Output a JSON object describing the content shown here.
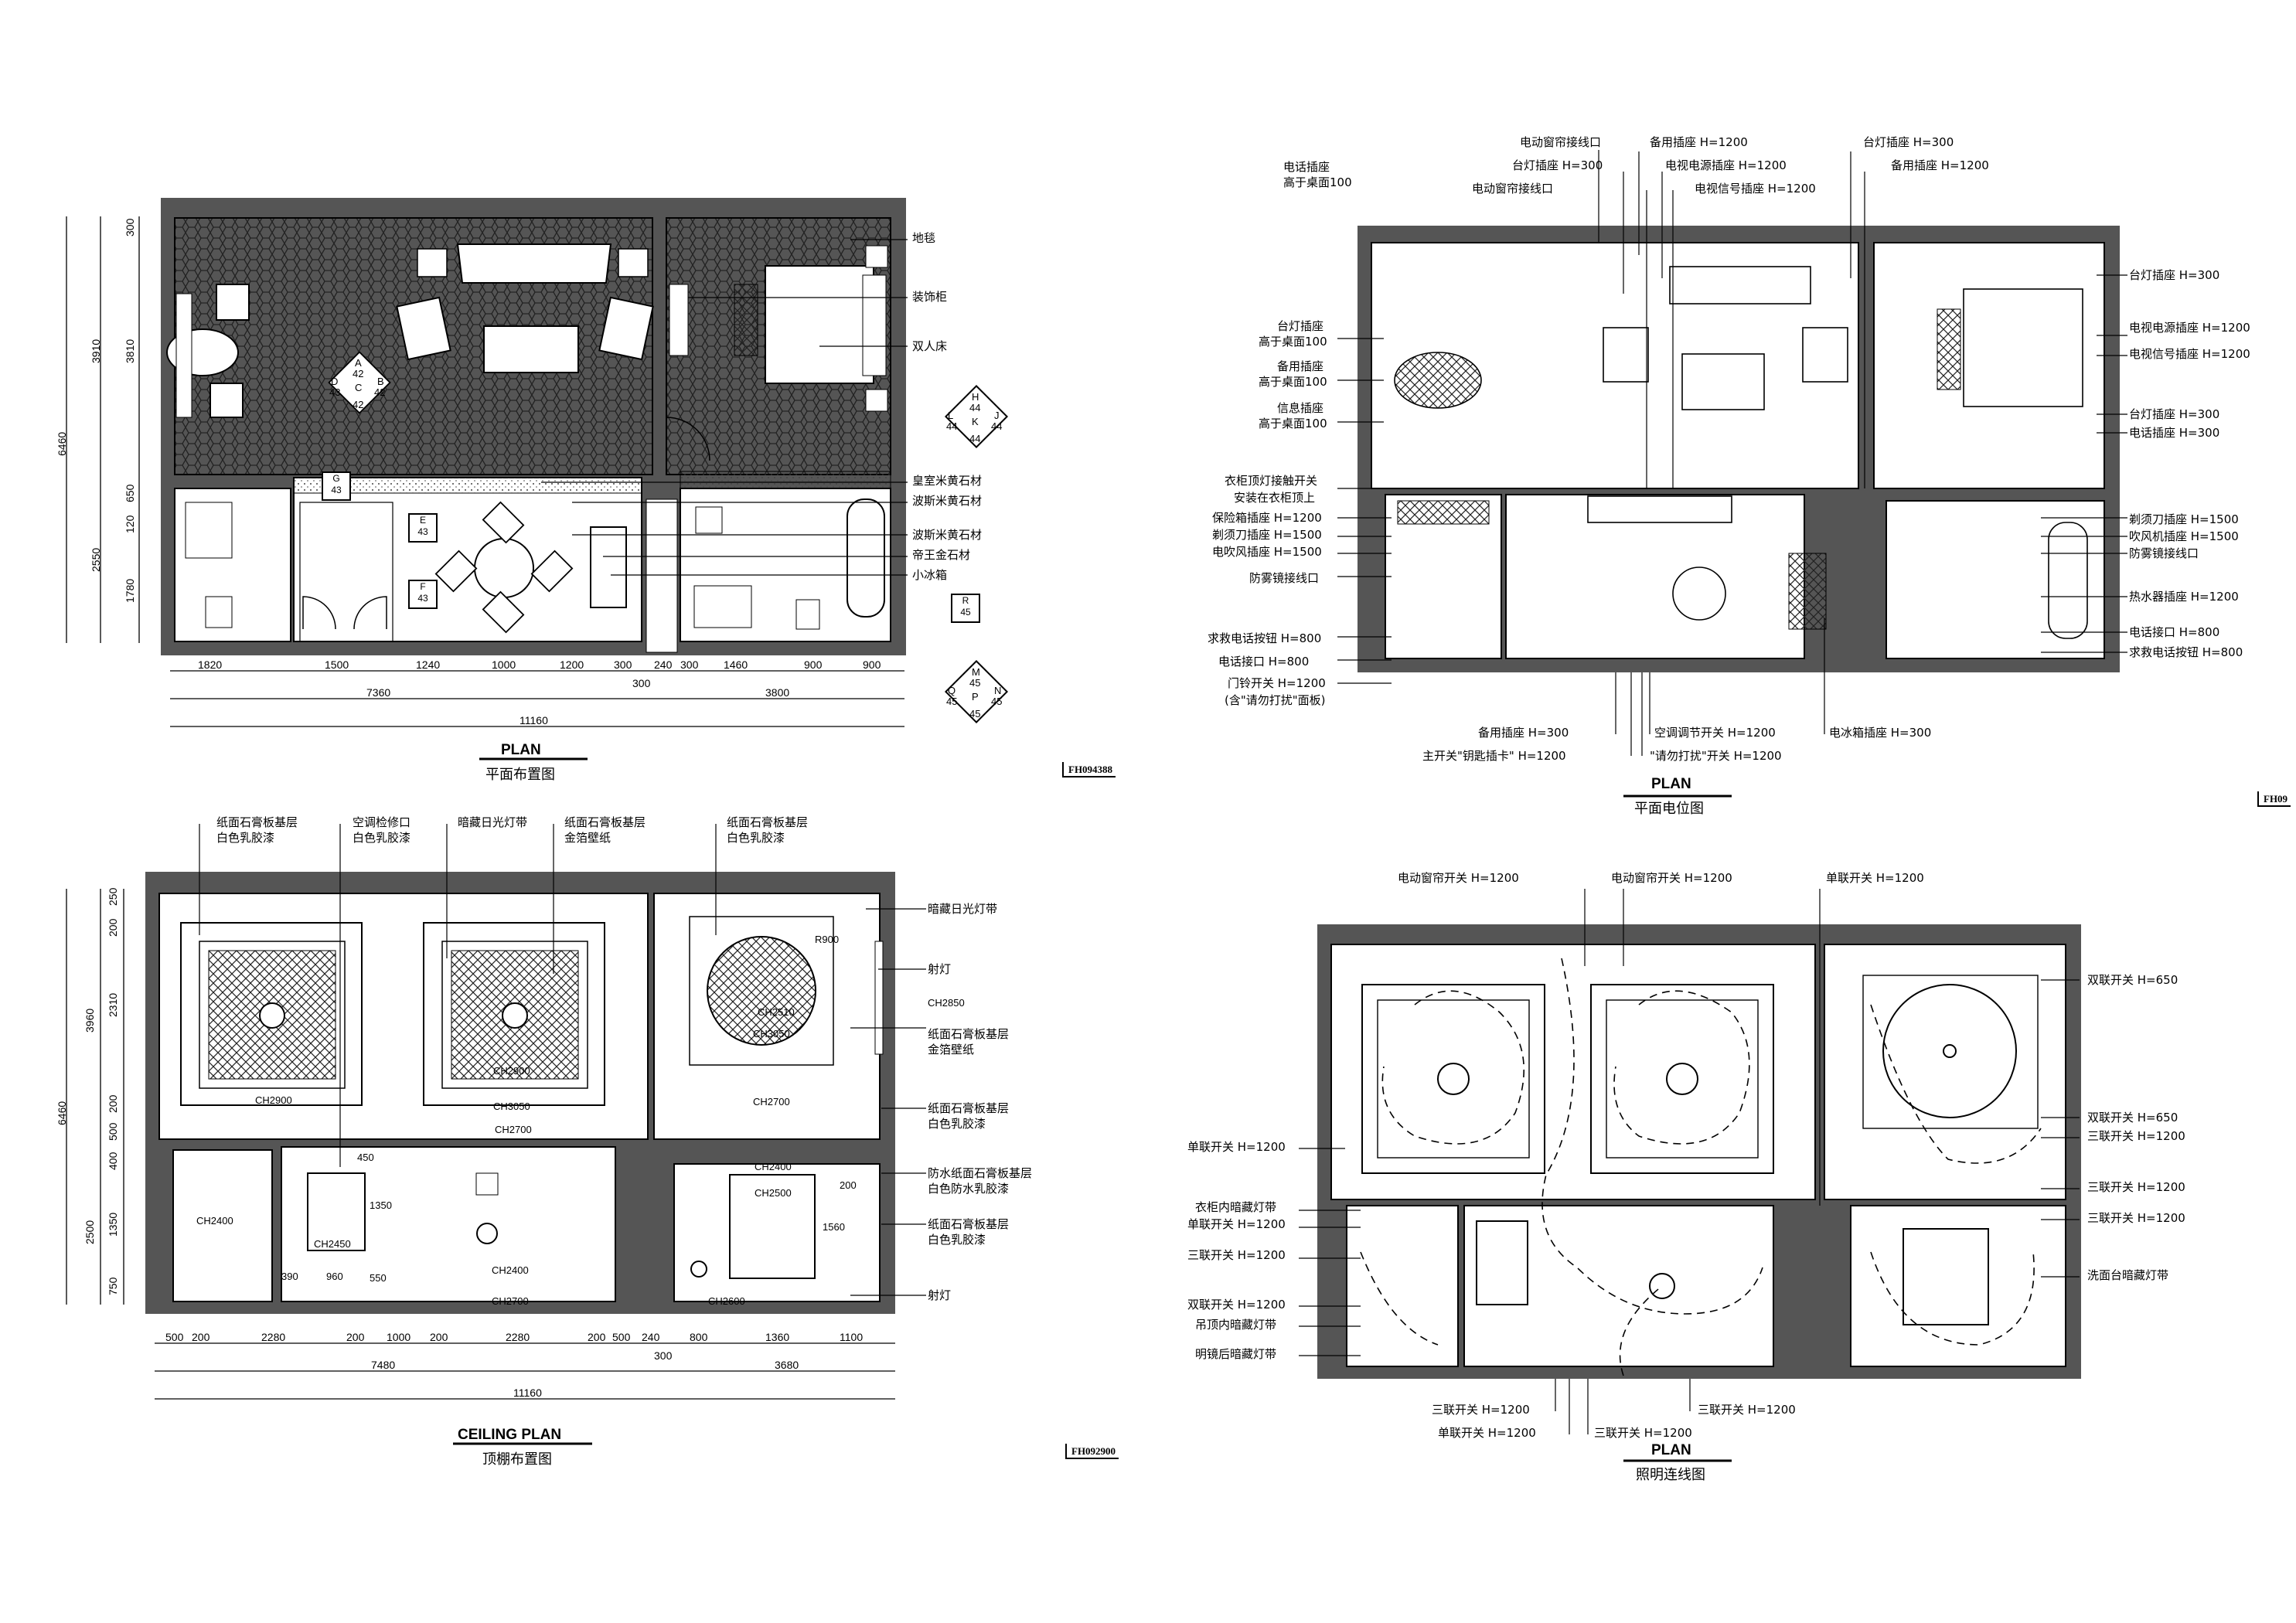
{
  "plan1": {
    "title_en": "PLAN",
    "title_cn": "平面布置图",
    "code": "FH094388",
    "dims_bottom_row1": [
      "1820",
      "1500",
      "1240",
      "1000",
      "1200",
      "300",
      "240",
      "300",
      "1460",
      "900",
      "900"
    ],
    "dims_bottom_row1_b": "300",
    "dims_bottom_row2": [
      "7360",
      "3800"
    ],
    "dims_bottom_row3": "11160",
    "dims_left": [
      "300",
      "3910",
      "3810",
      "650",
      "120",
      "2550",
      "1780",
      "6460"
    ],
    "callouts": [
      "地毯",
      "装饰柜",
      "双人床",
      "皇室米黄石材",
      "波斯米黄石材",
      "波斯米黄石材",
      "帝王金石材",
      "小冰箱"
    ],
    "tag_abcd": {
      "top": "A",
      "top_n": "42",
      "left": "D",
      "left_n": "43",
      "right": "B",
      "right_n": "42",
      "center": "C",
      "bottom_n": "42"
    },
    "tag_hjkl": {
      "top": "H",
      "top_n": "44",
      "left": "L",
      "left_n": "44",
      "right": "J",
      "right_n": "44",
      "center": "K",
      "bottom_n": "44"
    },
    "tag_mnpq": {
      "top": "M",
      "top_n": "45",
      "left": "Q",
      "left_n": "45",
      "right": "N",
      "right_n": "45",
      "center": "P",
      "bottom_n": "45"
    },
    "tag_g": {
      "letter": "G",
      "num": "43"
    },
    "tag_e": {
      "letter": "E",
      "num": "43"
    },
    "tag_f": {
      "letter": "F",
      "num": "43"
    },
    "tag_r": {
      "letter": "R",
      "num": "45"
    }
  },
  "plan2": {
    "title_en": "PLAN",
    "title_cn": "平面电位图",
    "code": "FH09",
    "top_labels": [
      "电动窗帘接线口",
      "备用插座 H=1200",
      "台灯插座 H=300",
      "电话插座",
      "高于桌面100",
      "台灯插座 H=300",
      "电视电源插座 H=1200",
      "电动窗帘接线口",
      "电视信号插座 H=1200",
      "备用插座 H=1200"
    ],
    "left_labels": [
      "台灯插座",
      "高于桌面100",
      "备用插座",
      "高于桌面100",
      "信息插座",
      "高于桌面100",
      "衣柜顶灯接触开关",
      "安装在衣柜顶上",
      "保险箱插座 H=1200",
      "剃须刀插座 H=1500",
      "电吹风插座 H=1500",
      "防雾镜接线口",
      "求救电话按钮 H=800",
      "电话接口 H=800",
      "门铃开关 H=1200",
      "(含\"请勿打扰\"面板)"
    ],
    "right_labels": [
      "台灯插座 H=300",
      "电视电源插座 H=1200",
      "电视信号插座 H=1200",
      "台灯插座 H=300",
      "电话插座 H=300",
      "剃须刀插座 H=1500",
      "吹风机插座 H=1500",
      "防雾镜接线口",
      "热水器插座 H=1200",
      "电话接口 H=800",
      "求救电话按钮 H=800"
    ],
    "bottom_labels": [
      "备用插座 H=300",
      "空调调节开关 H=1200",
      "电冰箱插座 H=300",
      "主开关\"钥匙插卡\" H=1200",
      "\"请勿打扰\"开关 H=1200"
    ]
  },
  "plan3": {
    "title_en": "CEILING PLAN",
    "title_cn": "顶棚布置图",
    "code": "FH092900",
    "top_labels": [
      "纸面石膏板基层",
      "白色乳胶漆",
      "空调检修口",
      "白色乳胶漆",
      "暗藏日光灯带",
      "纸面石膏板基层",
      "金箔壁纸",
      "纸面石膏板基层",
      "白色乳胶漆"
    ],
    "right_labels": [
      "暗藏日光灯带",
      "射灯",
      "CH2850",
      "纸面石膏板基层",
      "金箔壁纸",
      "纸面石膏板基层",
      "白色乳胶漆",
      "防水纸面石膏板基层",
      "白色防水乳胶漆",
      "纸面石膏板基层",
      "白色乳胶漆",
      "射灯"
    ],
    "heights": [
      "CH2900",
      "CH3050",
      "CH2700",
      "CH2510",
      "CH3050",
      "CH2700",
      "CH2400",
      "CH2450",
      "CH2400",
      "CH2700",
      "CH2400",
      "CH2500",
      "CH2600",
      "R900"
    ],
    "dims_bottom_row1": [
      "500",
      "200",
      "2280",
      "200",
      "1000",
      "200",
      "2280",
      "200",
      "500",
      "240",
      "800",
      "1360",
      "1100"
    ],
    "dims_bottom_row1_b": "300",
    "dims_bottom_row2": [
      "7480",
      "3680"
    ],
    "dims_bottom_row3": "11160",
    "dims_left": [
      "250",
      "200",
      "2310",
      "3960",
      "200",
      "500",
      "400",
      "1350",
      "2500",
      "750",
      "6460"
    ],
    "small_dims": [
      "450",
      "1350",
      "550",
      "390",
      "960",
      "200",
      "1560"
    ]
  },
  "plan4": {
    "title_en": "PLAN",
    "title_cn": "照明连线图",
    "top_labels": [
      "电动窗帘开关 H=1200",
      "电动窗帘开关 H=1200",
      "单联开关 H=1200"
    ],
    "left_labels": [
      "单联开关 H=1200",
      "衣柜内暗藏灯带",
      "单联开关 H=1200",
      "三联开关 H=1200",
      "双联开关 H=1200",
      "吊顶内暗藏灯带",
      "明镜后暗藏灯带"
    ],
    "right_labels": [
      "双联开关 H=650",
      "双联开关 H=650",
      "三联开关 H=1200",
      "三联开关 H=1200",
      "三联开关 H=1200",
      "洗面台暗藏灯带"
    ],
    "bottom_labels": [
      "三联开关 H=1200",
      "单联开关 H=1200",
      "三联开关 H=1200",
      "三联开关 H=1200"
    ]
  }
}
